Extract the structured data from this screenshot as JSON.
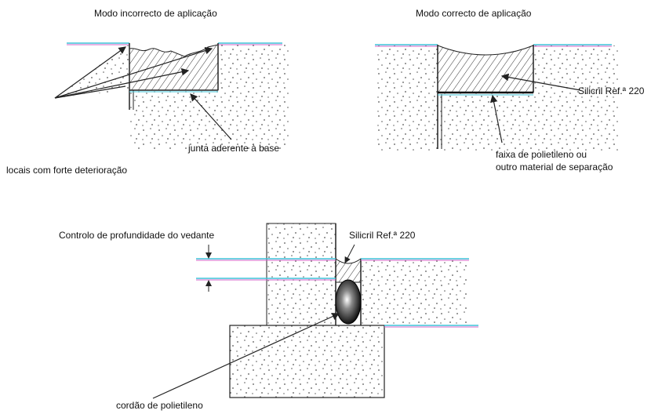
{
  "diagram": {
    "incorrect": {
      "title": "Modo incorrecto de aplicação",
      "label_joint": "junta aderente à base",
      "label_locations": "locais com forte deterioração"
    },
    "correct": {
      "title": "Modo correcto de aplicação",
      "label_product": "Silicril Ref.ª 220",
      "label_strip_line1": "faixa de polietileno ou",
      "label_strip_line2": "outro material de separação"
    },
    "depth": {
      "label_control": "Controlo de profundidade do vedante",
      "label_product": "Silicril Ref.ª 220",
      "label_cord": "cordão de polietileno"
    },
    "colors": {
      "line": "#222222",
      "surface_cyan": "#3fc4d8",
      "surface_magenta": "#d066c8",
      "stipple": "#555555",
      "hatch": "#333333"
    }
  }
}
